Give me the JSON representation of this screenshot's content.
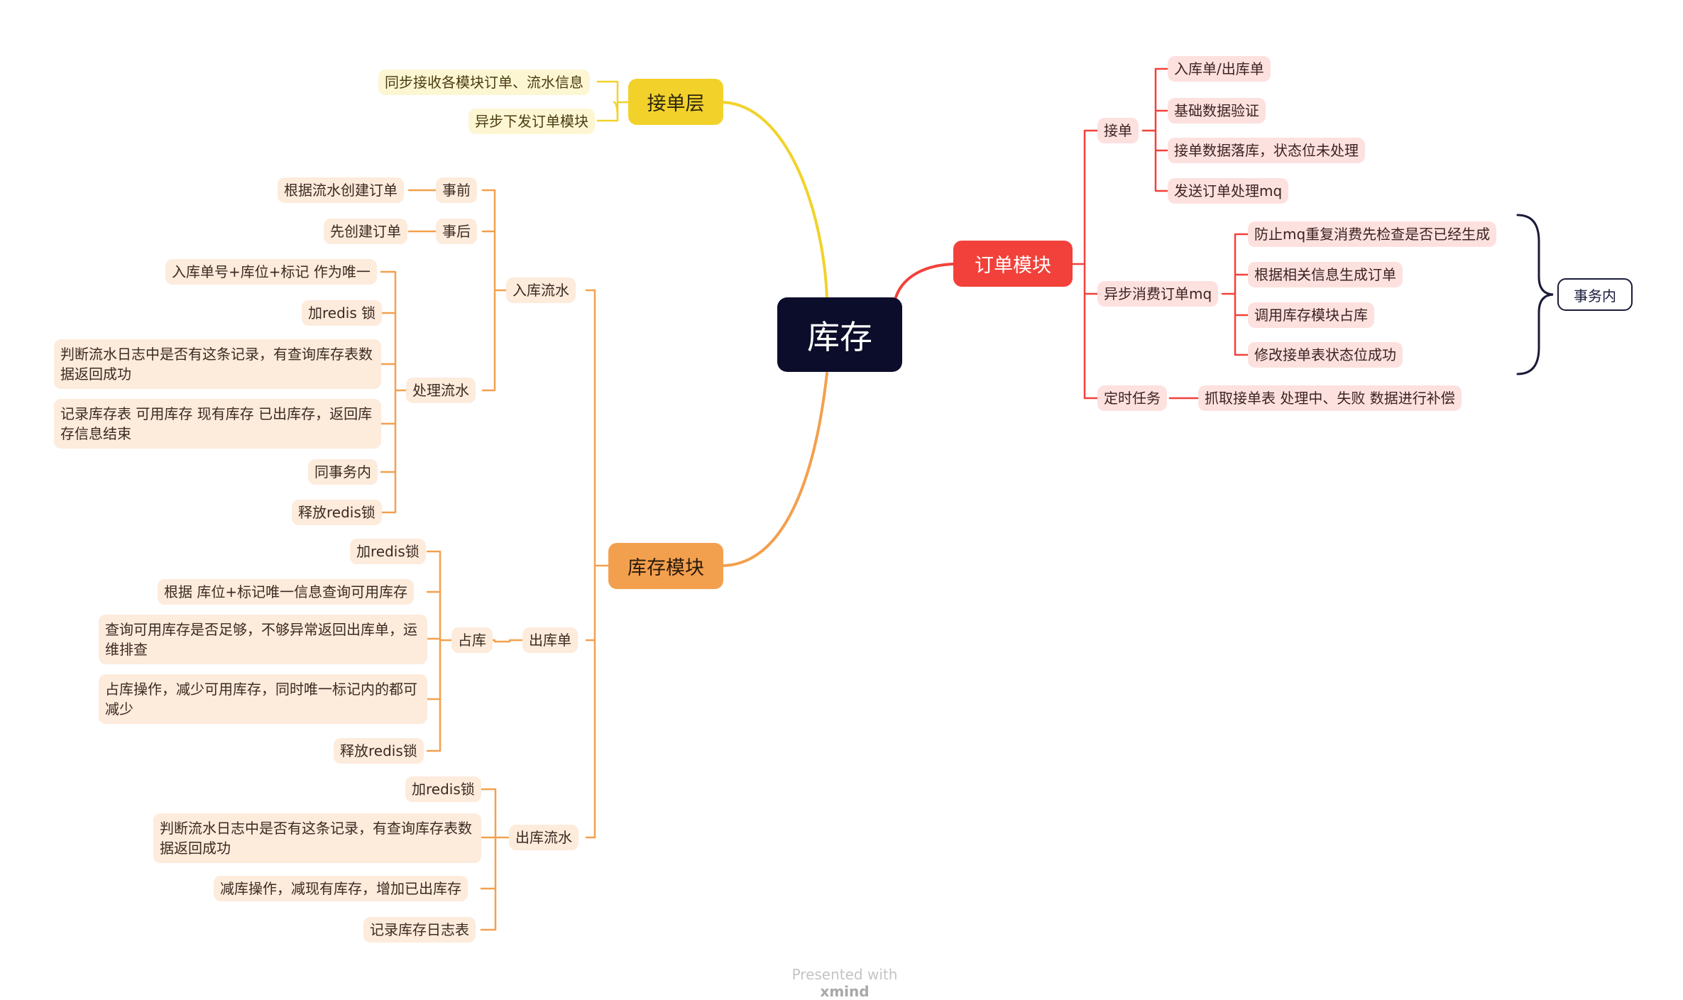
{
  "root": {
    "label": "库存"
  },
  "jiedan_ceng": {
    "label": "接单层",
    "children": [
      "同步接收各模块订单、流水信息",
      "异步下发订单模块"
    ]
  },
  "kucun_mokuai": {
    "label": "库存模块",
    "ruku_liushui": {
      "label": "入库流水",
      "shiqian": {
        "label": "事前",
        "child": "根据流水创建订单"
      },
      "shihou": {
        "label": "事后",
        "child": "先创建订单"
      },
      "chuli": {
        "label": "处理流水",
        "children": [
          "入库单号+库位+标记 作为唯一",
          "加redis 锁",
          "判断流水日志中是否有这条记录，有查询库存表数据返回成功",
          "记录库存表  可用库存 现有库存 已出库存，返回库存信息结束",
          "同事务内",
          "释放redis锁"
        ]
      }
    },
    "chuku_dan": {
      "label": "出库单",
      "jiasuo": "加redis锁",
      "zhanku": {
        "label": "占库",
        "children": [
          "根据 库位+标记唯一信息查询可用库存",
          "查询可用库存是否足够，不够异常返回出库单，运维排查",
          "占库操作，减少可用库存，同时唯一标记内的都可减少"
        ]
      },
      "shifang": "释放redis锁"
    },
    "chuku_liushui": {
      "label": "出库流水",
      "children": [
        "加redis锁",
        "判断流水日志中是否有这条记录，有查询库存表数据返回成功",
        "减库操作，减现有库存，增加已出库存",
        "记录库存日志表"
      ]
    }
  },
  "dingdan_mokuai": {
    "label": "订单模块",
    "jiedan": {
      "label": "接单",
      "children": [
        "入库单/出库单",
        "基础数据验证",
        "接单数据落库，状态位未处理",
        "发送订单处理mq"
      ]
    },
    "yibu": {
      "label": "异步消费订单mq",
      "children": [
        "防止mq重复消费先检查是否已经生成",
        "根据相关信息生成订单",
        "调用库存模块占库",
        "修改接单表状态位成功"
      ],
      "summary": "事务内"
    },
    "dingshi": {
      "label": "定时任务",
      "child": "抓取接单表 处理中、失败 数据进行补偿"
    }
  },
  "footer": {
    "presented": "Presented with",
    "brand": "xmind"
  },
  "colors": {
    "orange": "#f3a04e",
    "yellow": "#f2d22a",
    "red": "#f2413a",
    "root": "#0c0d2b"
  }
}
